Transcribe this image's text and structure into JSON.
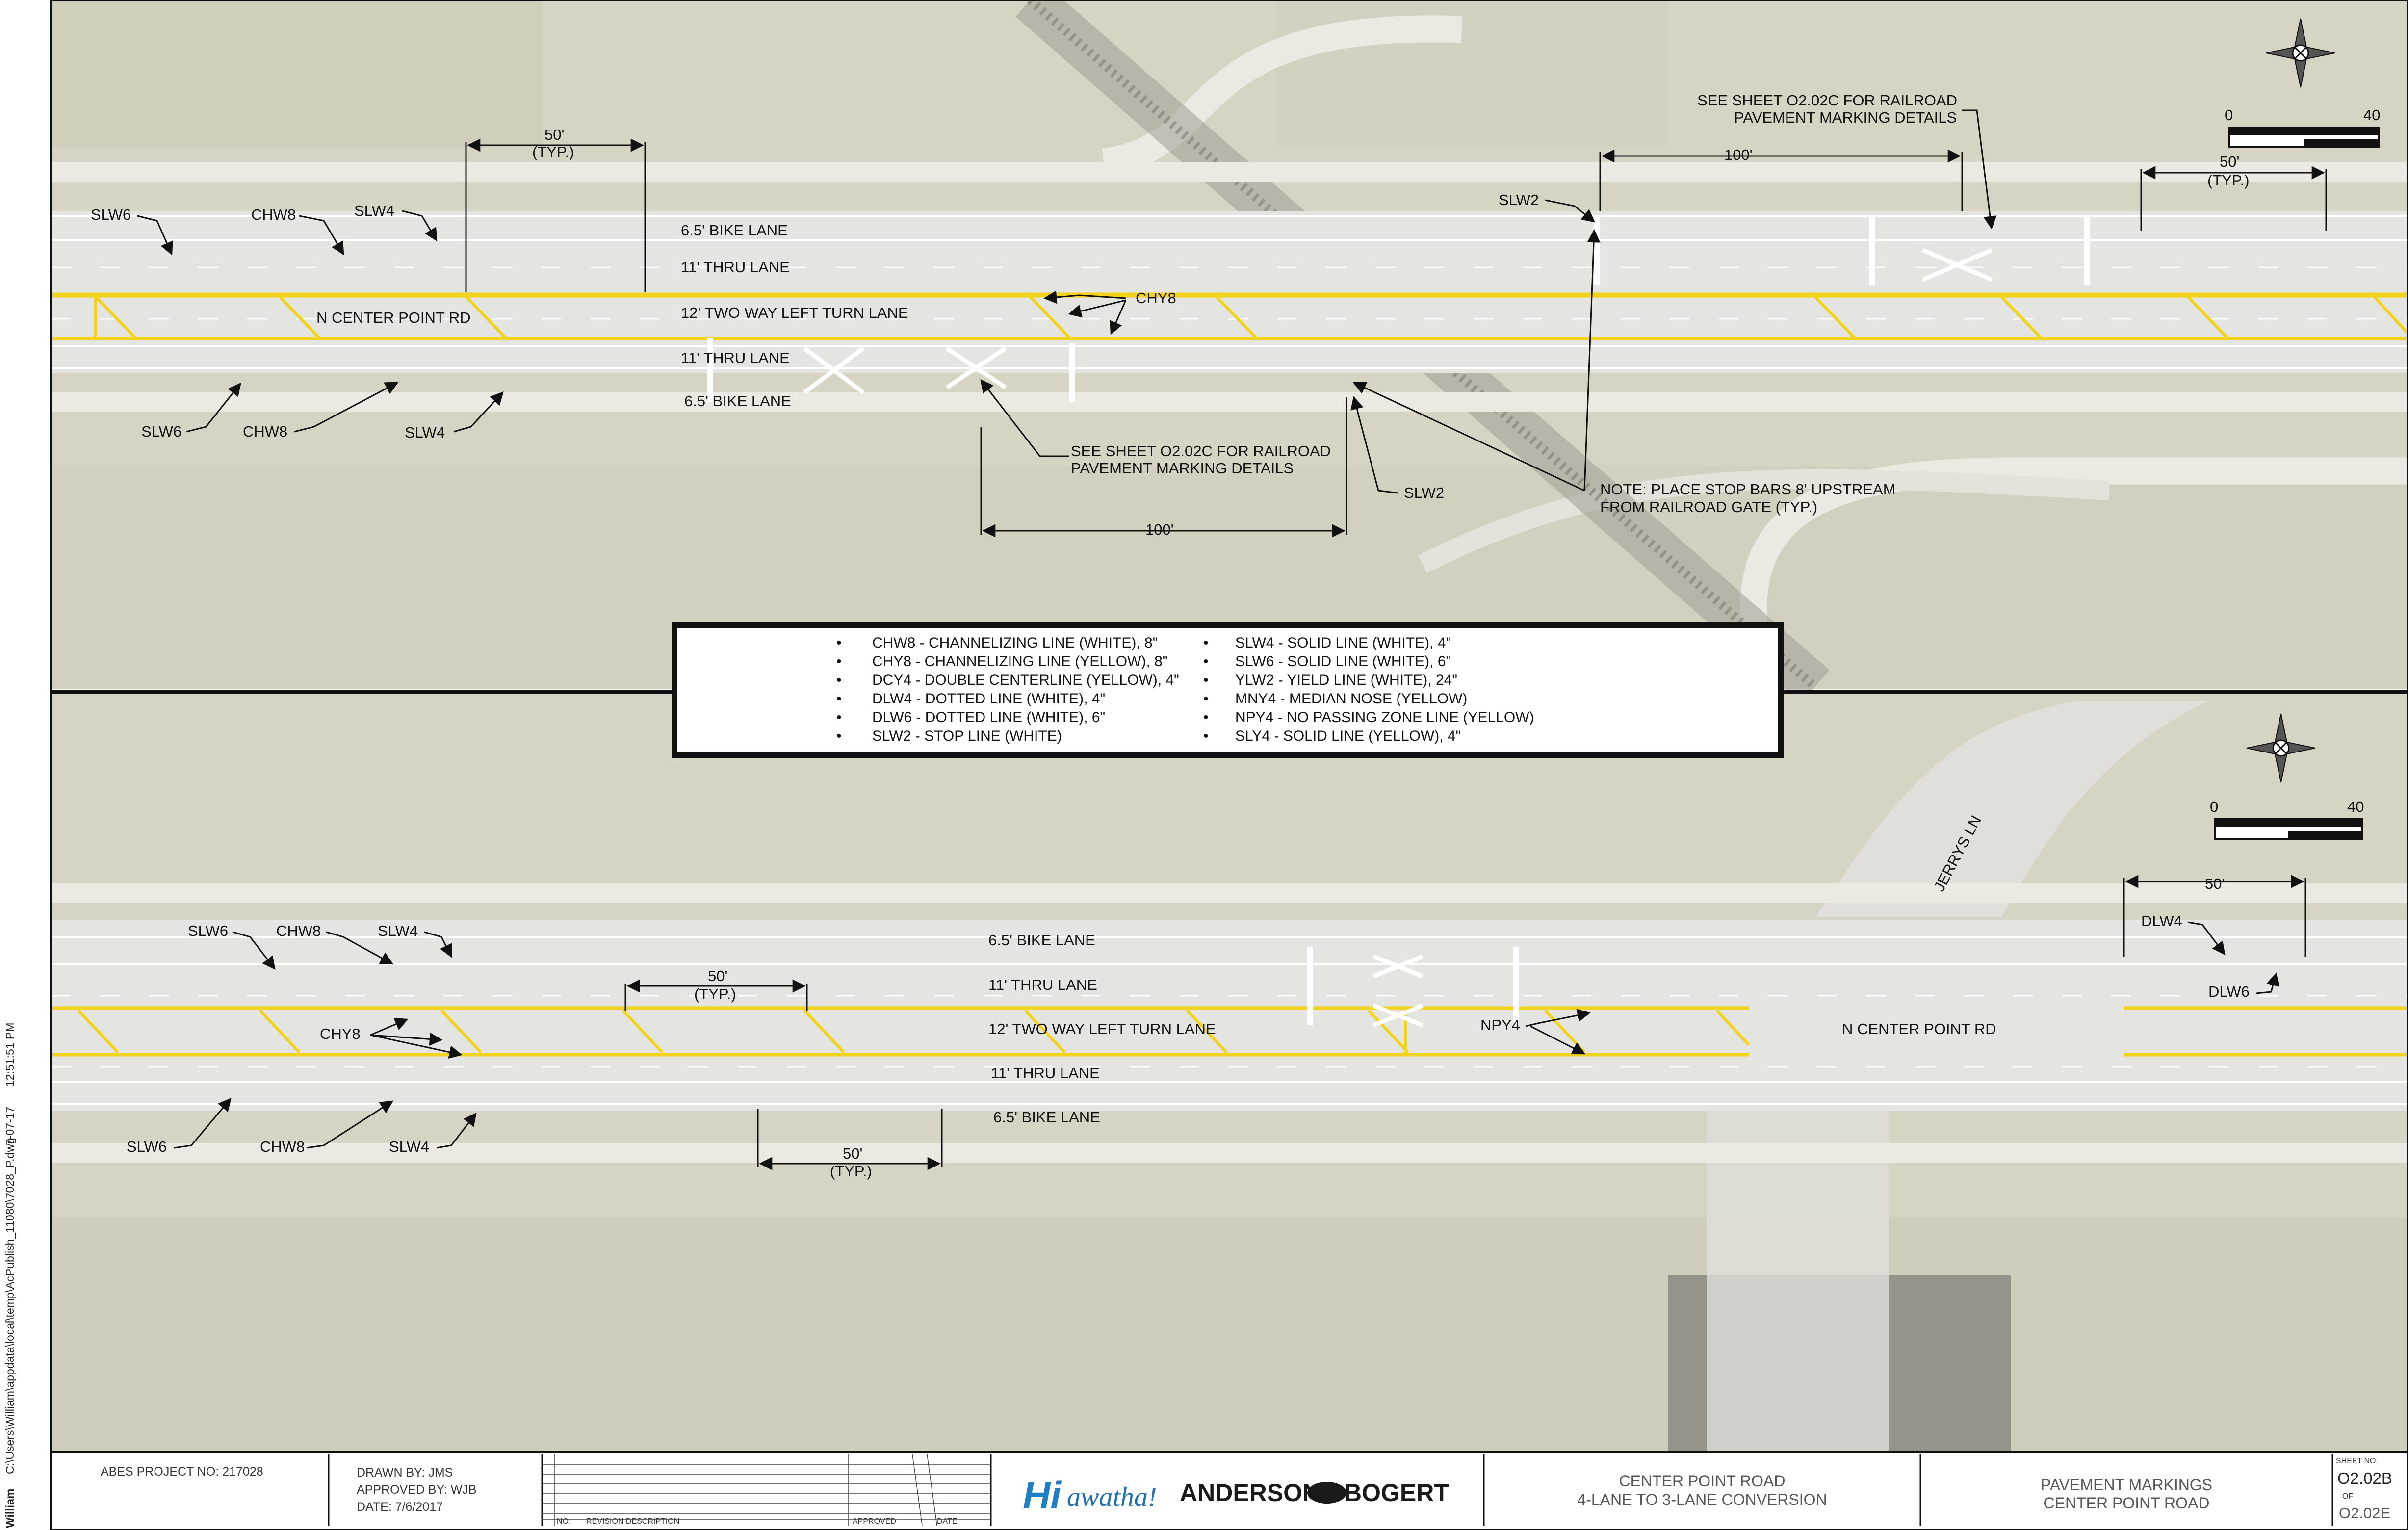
{
  "side_text": {
    "user": "William",
    "path": "C:\\Users\\William\\appdata\\local\\temp\\AcPublish_11080\\7028_P.dwg",
    "date": "7-07-17",
    "time": "12:51:51 PM"
  },
  "top_panel": {
    "lane_labels": [
      "6.5' BIKE LANE",
      "11' THRU LANE",
      "12' TWO WAY LEFT TURN LANE",
      "11' THRU LANE",
      "6.5' BIKE LANE"
    ],
    "road_name": "N CENTER POINT RD",
    "callouts": {
      "slw6_a": "SLW6",
      "chw8_a": "CHW8",
      "slw4_a": "SLW4",
      "slw6_b": "SLW6",
      "chw8_b": "CHW8",
      "slw4_b": "SLW4",
      "chy8": "CHY8",
      "slw2_a": "SLW2",
      "slw2_b": "SLW2"
    },
    "dim_50_a": "50'",
    "dim_typ_a": "(TYP.)",
    "dim_50_b": "50'",
    "dim_typ_b": "(TYP.)",
    "dim_100_a": "100'",
    "dim_100_b": "100'",
    "note_rr_top_1": "SEE SHEET O2.02C FOR RAILROAD",
    "note_rr_top_2": "PAVEMENT MARKING DETAILS",
    "note_rr_mid_1": "SEE SHEET O2.02C FOR RAILROAD",
    "note_rr_mid_2": "PAVEMENT MARKING DETAILS",
    "note_stop_1": "NOTE: PLACE STOP BARS 8' UPSTREAM",
    "note_stop_2": "FROM RAILROAD GATE (TYP.)",
    "scale_start": "0",
    "scale_end": "40"
  },
  "legend": {
    "left": [
      "CHW8 - CHANNELIZING LINE (WHITE), 8\"",
      "CHY8 - CHANNELIZING LINE (YELLOW), 8\"",
      "DCY4 - DOUBLE CENTERLINE (YELLOW), 4\"",
      "DLW4 - DOTTED LINE (WHITE), 4\"",
      "DLW6 - DOTTED LINE (WHITE), 6\"",
      "SLW2 - STOP LINE (WHITE)"
    ],
    "right": [
      "SLW4 - SOLID LINE (WHITE), 4\"",
      "SLW6 - SOLID LINE (WHITE), 6\"",
      "YLW2 - YIELD LINE (WHITE), 24\"",
      "MNY4 - MEDIAN NOSE (YELLOW)",
      "NPY4 - NO PASSING ZONE LINE (YELLOW)",
      "SLY4 - SOLID LINE (YELLOW), 4\""
    ],
    "bullet": "•"
  },
  "bottom_panel": {
    "lane_labels": [
      "6.5' BIKE LANE",
      "11' THRU LANE",
      "12' TWO WAY LEFT TURN LANE",
      "11' THRU LANE",
      "6.5' BIKE LANE"
    ],
    "road_name": "N CENTER POINT RD",
    "street": "JERRYS LN",
    "callouts": {
      "slw6_a": "SLW6",
      "chw8_a": "CHW8",
      "slw4_a": "SLW4",
      "slw6_b": "SLW6",
      "chw8_b": "CHW8",
      "slw4_b": "SLW4",
      "chy8": "CHY8",
      "npy4": "NPY4",
      "dlw4": "DLW4",
      "dlw6": "DLW6"
    },
    "dim_50_a": "50'",
    "dim_typ_a": "(TYP.)",
    "dim_50_b": "50'",
    "dim_typ_b": "(TYP.)",
    "dim_50_c": "50'",
    "scale_start": "0",
    "scale_end": "40"
  },
  "title_block": {
    "project_no": "ABES PROJECT NO: 217028",
    "drawn_by": "DRAWN BY: JMS",
    "approved_by": "APPROVED BY: WJB",
    "date": "DATE: 7/6/2017",
    "rev_no": "NO.",
    "rev_desc": "REVISION DESCRIPTION",
    "rev_approved": "APPROVED",
    "rev_date": "DATE",
    "logo_hi": "Hi",
    "logo_awatha": "awatha!",
    "logo_ab": "ANDERSON",
    "logo_bogert": "BOGERT",
    "project_title_1": "CENTER POINT ROAD",
    "project_title_2": "4-LANE TO 3-LANE CONVERSION",
    "sheet_title_1": "PAVEMENT MARKINGS",
    "sheet_title_2": "CENTER POINT ROAD",
    "sheet_no_label": "SHEET NO.",
    "sheet_no": "O2.02B",
    "of_label": "OF",
    "sheet_total": "O2.02E"
  },
  "colors": {
    "ground": "#d9d5c5",
    "pavement": "#e6e6e3",
    "marking_yellow": "#f2d21b",
    "marking_white": "#ffffff"
  }
}
